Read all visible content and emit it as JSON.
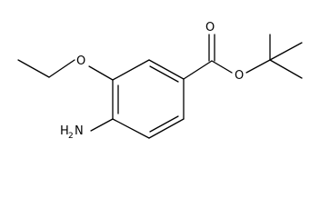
{
  "molecule": {
    "atoms": {
      "carbonyl_oxygen": "O",
      "ester_oxygen": "O",
      "ether_oxygen": "O",
      "amine_nitrogen": "N",
      "amine_hydrogen": "H",
      "amine_hydrogen_count": "2"
    },
    "colors": {
      "bond": "#000000",
      "label": "#000000",
      "background": "#ffffff"
    }
  }
}
